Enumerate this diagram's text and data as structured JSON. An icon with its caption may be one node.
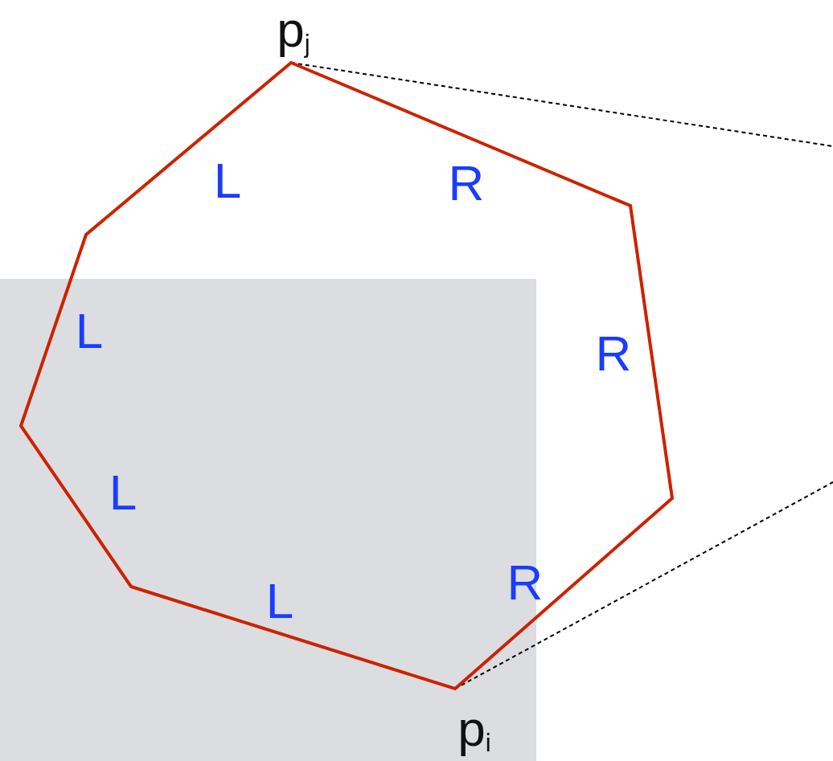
{
  "diagram": {
    "labels": [
      "p$_{j}$",
      "L",
      "R",
      "L",
      "R",
      "L",
      "R",
      "L",
      "p$_{i}$"
    ]
  }
}
